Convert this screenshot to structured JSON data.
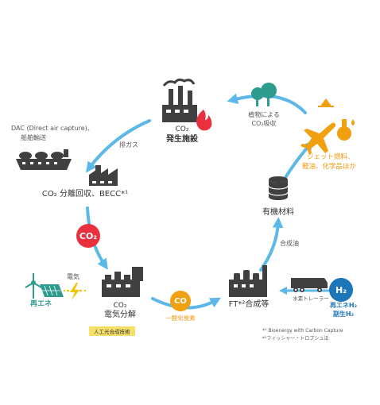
{
  "nodes": {
    "emission_facility": {
      "line1": "CO₂",
      "line2": "発生施設"
    },
    "capture": {
      "label": "CO₂ 分離回収、BECC*¹"
    },
    "electrolysis": {
      "line1": "CO₂",
      "line2": "電気分解",
      "tag": "人工光合成技術"
    },
    "ft": {
      "label": "FT*²合成等"
    },
    "organic": {
      "label": "有機材料"
    },
    "products": {
      "line1": "ジェット燃料、",
      "line2": "軽油、化学品ほか"
    },
    "renewable": {
      "label": "再エネ"
    },
    "hydrogen": {
      "line1": "再エネH₂",
      "line2": "副生H₂"
    }
  },
  "edges": {
    "exhaust": "排ガス",
    "plant_absorb": {
      "line1": "植物による",
      "line2": "CO₂吸収"
    },
    "dac": {
      "line1": "DAC (Direct air capture)、",
      "line2": "船舶輸送"
    },
    "electricity": "電気",
    "synthetic_oil": "合成油",
    "hydrogen_trailer": "水素トレーラー",
    "carbon_monoxide": "一酸化炭素"
  },
  "badges": {
    "co2": "CO₂",
    "co": "CO",
    "h2": "H₂"
  },
  "footnotes": {
    "note1": "*¹ Bioenergy with Carbon Capture",
    "note2": "*²フィッシャー・トロプシュ法"
  },
  "colors": {
    "arrow": "#5bb8e8",
    "icon": "#404040",
    "co2_badge": "#e8303f",
    "co_badge": "#f0a010",
    "h2_badge": "#1d76b8",
    "green": "#2e9b8f",
    "orange": "#f0960a",
    "tag": "#f7e06a"
  },
  "icons": [
    "factory-icon",
    "flame-icon",
    "ship-icon",
    "factory-small-icon",
    "wind-turbine-icon",
    "solar-panel-icon",
    "lightning-icon",
    "electrolysis-plant-icon",
    "ft-plant-icon",
    "tanker-truck-icon",
    "database-cylinder-icon",
    "trees-icon",
    "airplane-icon",
    "flask-icon",
    "drop-icon",
    "oil-drop-icon"
  ]
}
